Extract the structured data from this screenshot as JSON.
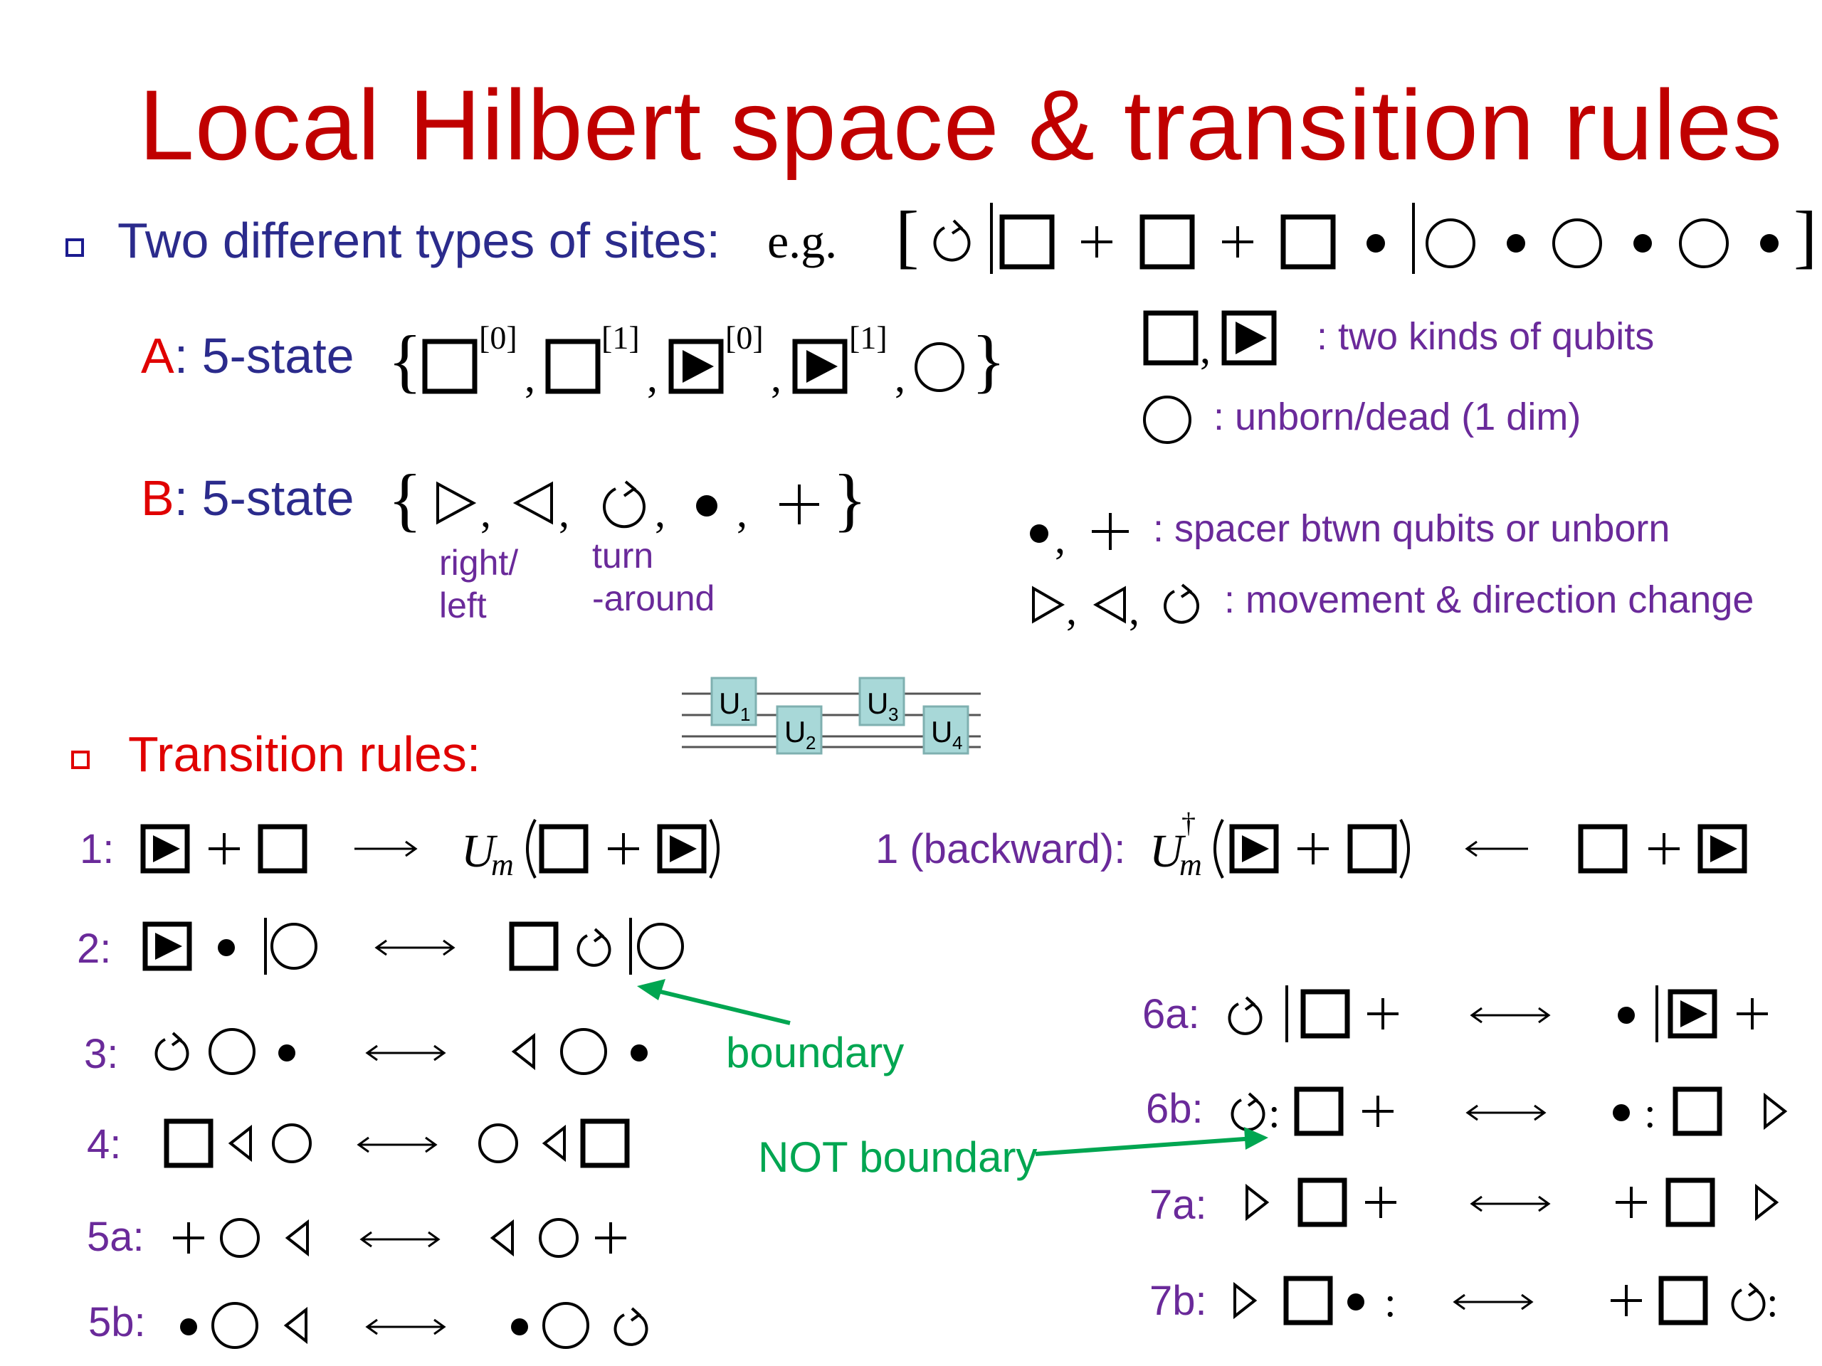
{
  "title": "Local Hilbert space & transition rules",
  "section1": {
    "heading": "Two different types of sites:",
    "eg": "e.g.",
    "a_letter": "A",
    "a_rest": ": 5-state",
    "b_letter": "B",
    "b_rest": ": 5-state",
    "sup0": "[0]",
    "sup1": "[1]",
    "sub_right_left_1": "right/",
    "sub_right_left_2": "left",
    "sub_turn_1": "turn",
    "sub_turn_2": "-around"
  },
  "legend": {
    "qubits": ": two kinds of qubits",
    "unborn": ": unborn/dead (1 dim)",
    "spacer": ": spacer btwn qubits or unborn",
    "movement": ": movement & direction change"
  },
  "circuit": {
    "gates": [
      {
        "label": "U",
        "sub": "1"
      },
      {
        "label": "U",
        "sub": "2"
      },
      {
        "label": "U",
        "sub": "3"
      },
      {
        "label": "U",
        "sub": "4"
      }
    ],
    "gate_color": "#a8d8d8"
  },
  "section2": {
    "heading": "Transition rules:"
  },
  "rules": {
    "r1": "1:",
    "r1b": "1 (backward):",
    "r2": "2:",
    "r3": "3:",
    "r4": "4:",
    "r5a": "5a:",
    "r5b": "5b:",
    "r6a": "6a:",
    "r6b": "6b:",
    "r7a": "7a:",
    "r7b": "7b:"
  },
  "math": {
    "U": "U",
    "m": "m",
    "dagger": "†",
    "plus": "+",
    "lbrace": "{",
    "rbrace": "}",
    "lbrack": "[",
    "rbrack": "]",
    "comma": ",",
    "colon": ":"
  },
  "annotations": {
    "boundary": "boundary",
    "not_boundary": "NOT boundary"
  },
  "colors": {
    "title": "#c00000",
    "heading_blue": "#2b2b8c",
    "letter_red": "#e00000",
    "note_purple": "#6a2a9a",
    "annotation_green": "#00a651"
  }
}
